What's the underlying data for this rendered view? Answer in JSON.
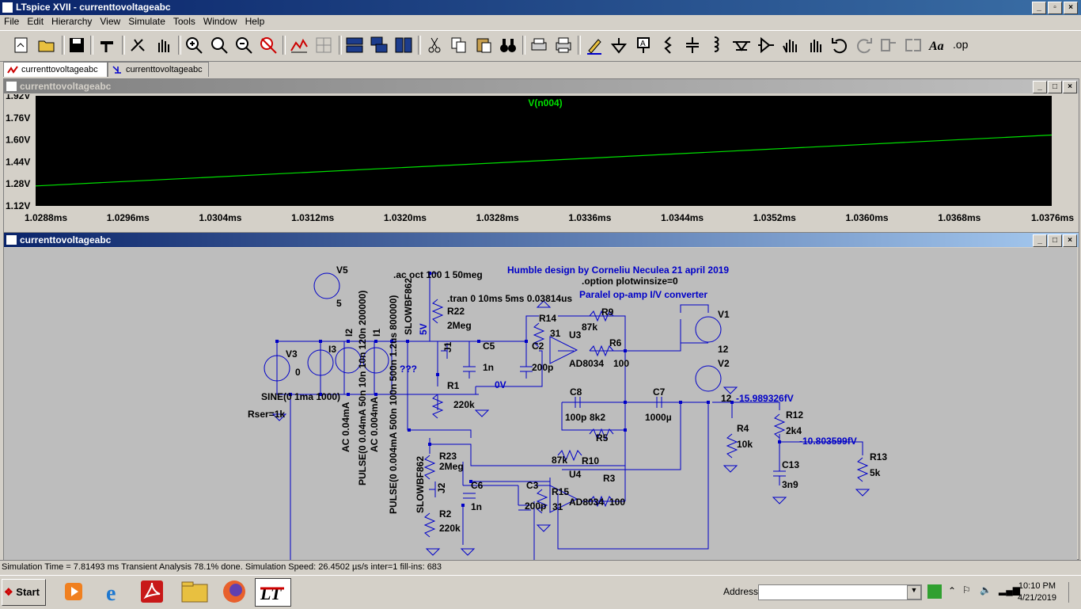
{
  "window": {
    "title": "LTspice XVII - currenttovoltageabc"
  },
  "menu": [
    "File",
    "Edit",
    "Hierarchy",
    "View",
    "Simulate",
    "Tools",
    "Window",
    "Help"
  ],
  "tabs": [
    {
      "label": "currenttovoltageabc",
      "icon": "waveform-icon"
    },
    {
      "label": "currenttovoltageabc",
      "icon": "schematic-icon"
    }
  ],
  "waveform": {
    "title": "currenttovoltageabc",
    "trace": "V(n004)",
    "trace_color": "#00e000",
    "bg": "#000000",
    "yticks": [
      "1.92V",
      "1.76V",
      "1.60V",
      "1.44V",
      "1.28V",
      "1.12V"
    ],
    "xticks": [
      "1.0288ms",
      "1.0296ms",
      "1.0304ms",
      "1.0312ms",
      "1.0320ms",
      "1.0328ms",
      "1.0336ms",
      "1.0344ms",
      "1.0352ms",
      "1.0360ms",
      "1.0368ms",
      "1.0376ms"
    ],
    "chart_data": {
      "type": "line",
      "x": [
        1.0288,
        1.0376
      ],
      "y": [
        1.265,
        1.635
      ],
      "xlim": [
        1.0288,
        1.0376
      ],
      "ylim": [
        1.12,
        1.92
      ],
      "series": [
        {
          "name": "V(n004)",
          "values": [
            1.265,
            1.635
          ]
        }
      ]
    }
  },
  "schematic": {
    "title": "currenttovoltageabc",
    "directives": {
      "ac": ".ac oct 100 1 50meg",
      "tran": ".tran 0 10ms 5ms 0.03814us",
      "option": ".option plotwinsize=0"
    },
    "notes": {
      "credit": "Humble design by Corneliu Neculea 21 april 2019",
      "desc": "Paralel op-amp I/V converter"
    },
    "labels": {
      "V5": "V5",
      "V5val": "5",
      "V3": "V3",
      "V3val": "0",
      "V3src": "SINE(0 1ma 1000)",
      "V3rser": "Rser=1k",
      "I3": "I3",
      "I2": "I2",
      "I1": "I1",
      "I2ac": "AC 0.04mA",
      "I2pulse": "PULSE(0 0.04mA 50n 10n 10n 120n 200000)",
      "I1ac": "AC 0.004mA",
      "I1pulse": "PULSE(0 0.004mA 500n 100n 500n 1.2us 800000)",
      "Q": "???",
      "J1": "J1",
      "J1m": "SLOWBF862",
      "J2": "J2",
      "J2m": "SLOWBF862",
      "n5V": "5V",
      "n0V": "0V",
      "R22": "R22",
      "R22v": "2Meg",
      "R1": "R1",
      "R1v": "220k",
      "R23": "R23",
      "R23v": "2Meg",
      "R2": "R2",
      "R2v": "220k",
      "C5": "C5",
      "C5v": "1n",
      "C2": "C2",
      "C2v": "200p",
      "C6": "C6",
      "C6v": "1n",
      "C3": "C3",
      "C3v": "200p",
      "R14": "R14",
      "R14v": "31",
      "R15": "R15",
      "R15v": "31",
      "U3": "U3",
      "U3m": "AD8034",
      "U4": "U4",
      "U4m": "AD8034",
      "R9": "R9",
      "R9v": "87k",
      "R10": "R10",
      "R10v": "87k",
      "R6": "R6",
      "R6v": "100",
      "R3": "R3",
      "R3v": "100",
      "C8": "C8",
      "C8v": "100p",
      "R5": "R5",
      "R5v": "8k2",
      "C7": "C7",
      "C7v": "1000µ",
      "V1": "V1",
      "V1v": "12",
      "V2": "V2",
      "V2v": "12",
      "R4": "R4",
      "R4v": "10k",
      "R12": "R12",
      "R12v": "2k4",
      "R13": "R13",
      "R13v": "5k",
      "C13": "C13",
      "C13v": "3n9",
      "op1": "-15.989326fV",
      "op2": "-10.803599fV"
    }
  },
  "status": "Simulation Time = 7.81493 ms  Transient Analysis 78.1% done. Simulation Speed: 26.4502 µs/s inter=1 fill-ins: 683",
  "taskbar": {
    "start": "Start",
    "address_label": "Address",
    "time": "10:10 PM",
    "date": "4/21/2019"
  }
}
